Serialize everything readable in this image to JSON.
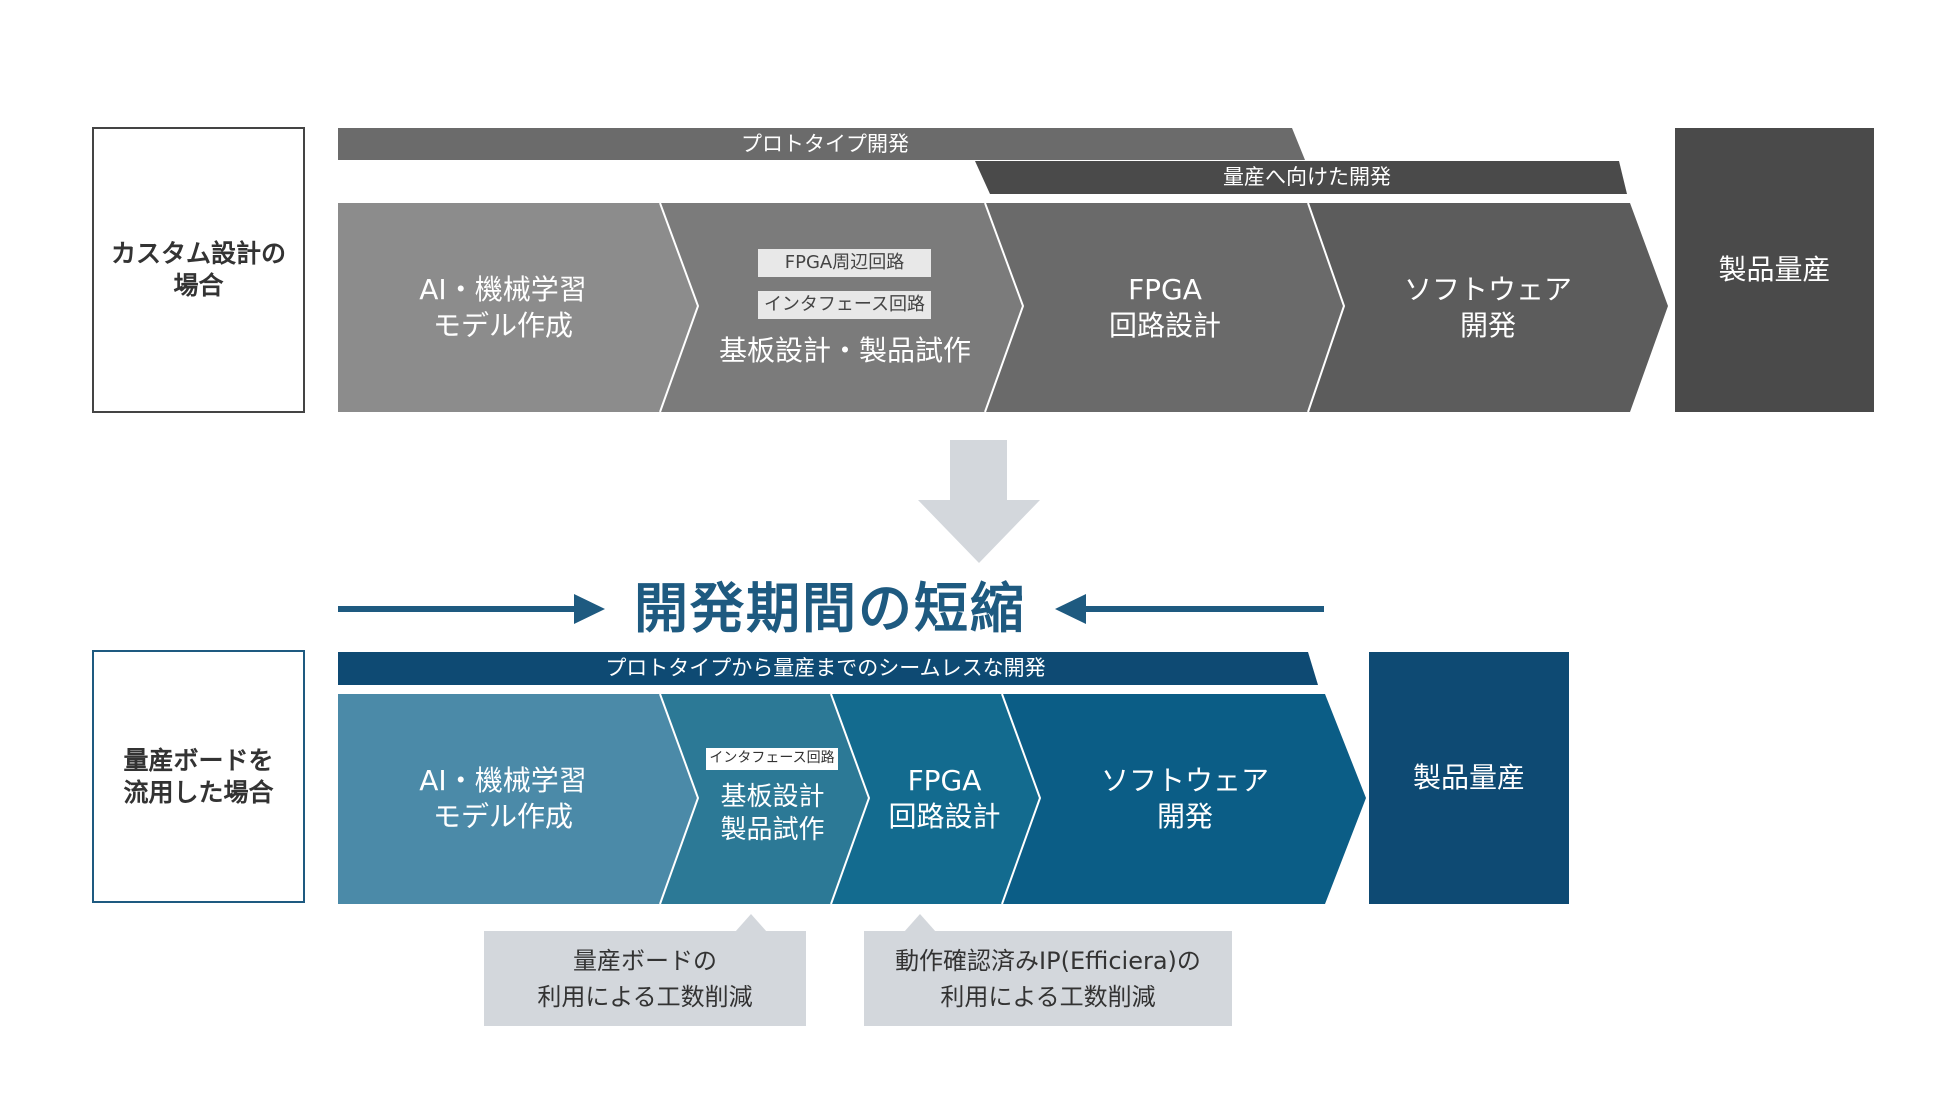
{
  "colors": {
    "gray_band_light": "#6b6b6b",
    "gray_band_dark": "#4a4a4a",
    "gray_step": [
      "#8c8c8c",
      "#7b7b7b",
      "#6a6a6a",
      "#5c5c5c"
    ],
    "gray_product": "#4a4a4a",
    "blue_band": "#0e4a73",
    "blue_step": [
      "#4b8aa8",
      "#2c7996",
      "#136b8f",
      "#0b5d86"
    ],
    "blue_product": "#0e4a73",
    "title": "#1e5a80",
    "down_arrow": "#d3d7dc",
    "note_bg": "#d3d7dc"
  },
  "custom": {
    "case_label": "カスタム設計の\n場合",
    "band_prototype": "プロトタイプ開発",
    "band_mass": "量産へ向けた開発",
    "steps": [
      "AI・機械学習\nモデル作成",
      "基板設計・製品試作",
      "FPGA\n回路設計",
      "ソフトウェア\n開発"
    ],
    "tags": [
      "FPGA周辺回路",
      "インタフェース回路"
    ],
    "product": "製品量産"
  },
  "title": "開発期間の短縮",
  "reuse": {
    "case_label": "量産ボードを\n流用した場合",
    "band": "プロトタイプから量産までのシームレスな開発",
    "steps": [
      "AI・機械学習\nモデル作成",
      "基板設計\n製品試作",
      "FPGA\n回路設計",
      "ソフトウェア\n開発"
    ],
    "tag": "インタフェース回路",
    "product": "製品量産",
    "notes": [
      "量産ボードの\n利用による工数削減",
      "動作確認済みIP(Efficiera)の\n利用による工数削減"
    ]
  }
}
